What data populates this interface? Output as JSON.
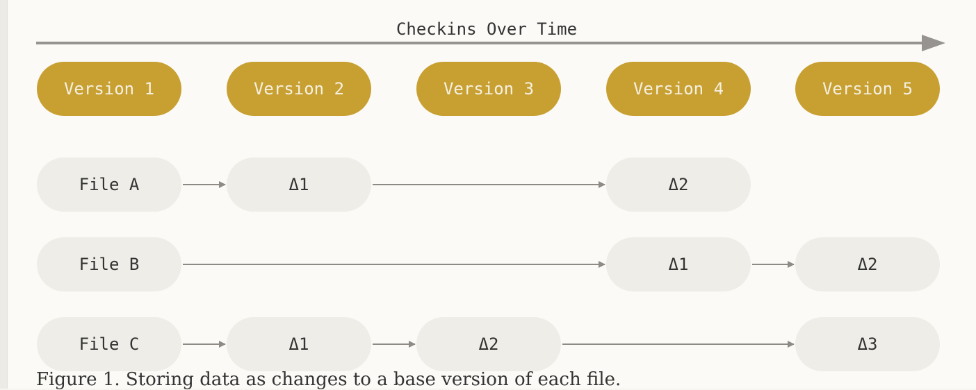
{
  "timeline": {
    "title": "Checkins Over Time"
  },
  "versions": [
    "Version 1",
    "Version 2",
    "Version 3",
    "Version 4",
    "Version 5"
  ],
  "files": [
    {
      "name": "File A",
      "cells": [
        "Δ1",
        "",
        "Δ2",
        ""
      ]
    },
    {
      "name": "File B",
      "cells": [
        "",
        "",
        "Δ1",
        "Δ2"
      ]
    },
    {
      "name": "File C",
      "cells": [
        "Δ1",
        "Δ2",
        "",
        "Δ3"
      ]
    }
  ],
  "caption": "Figure 1. Storing data as changes to a base version of each file.",
  "colors": {
    "version_fill": "#c8a032",
    "version_text": "#f5f0e2",
    "node_fill": "#eeede8",
    "node_text": "#333333",
    "arrow": "#8e8b85",
    "timeline": "#969390",
    "background": "#fbfaf7"
  }
}
